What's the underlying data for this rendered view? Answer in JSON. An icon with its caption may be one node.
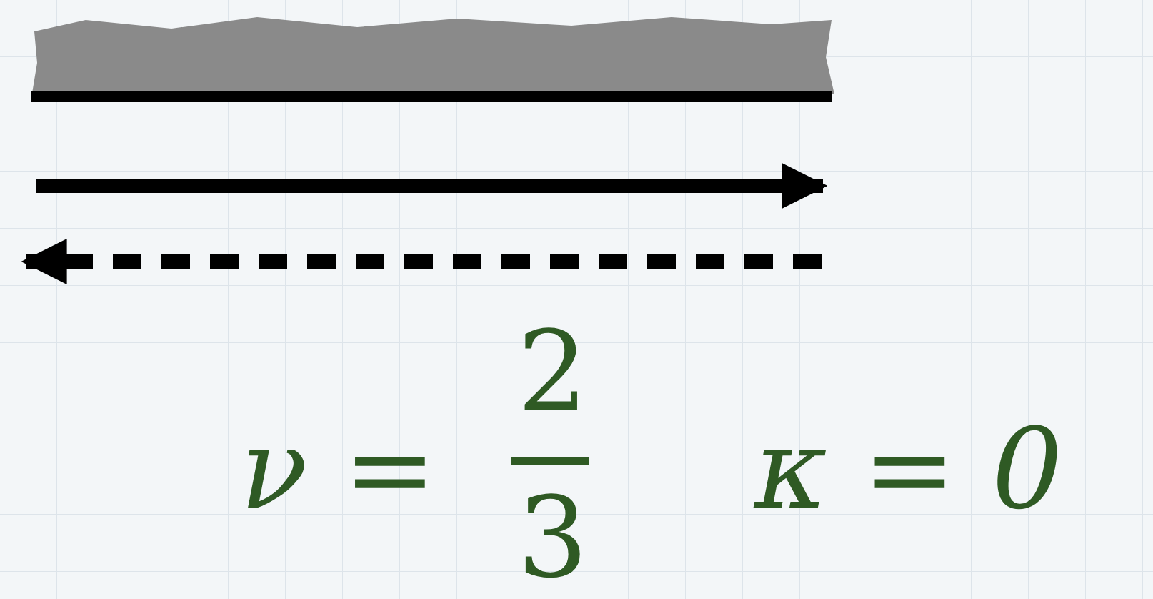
{
  "diagram": {
    "labels": [
      "ν =",
      "2",
      "3",
      "κ = 0"
    ]
  }
}
